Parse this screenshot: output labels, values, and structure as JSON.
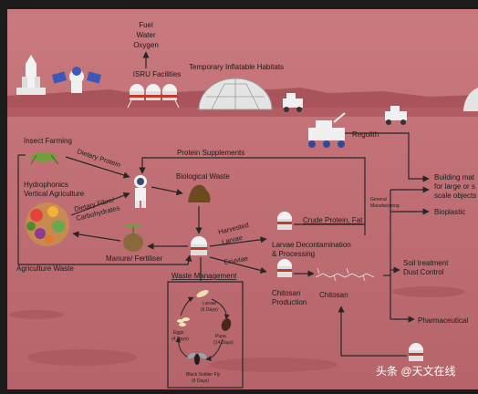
{
  "isru": {
    "outputs": [
      "Fuel",
      "Water",
      "Oxygen"
    ],
    "label": "ISRU Facilities"
  },
  "habitats_label": "Temporary Inflatable Habitats",
  "regolith_label": "Regolith",
  "nodes": {
    "insect_farming": "Insect Farming",
    "hydroponics": [
      "Hydrophonics",
      "Vertical Agriculture"
    ],
    "biological_waste": "Biological Waste",
    "manure": "Manure/ Fertiliser",
    "waste_management": "Waste Management",
    "agriculture_waste": "Agriculture Waste",
    "larvae_decon": [
      "Larvae Decontamination",
      "& Processing"
    ],
    "chitosan_production": [
      "Chitosan",
      "Production"
    ],
    "chitosan": "Chitosan",
    "building": [
      "Building mat",
      "for large or s",
      "scale objects"
    ],
    "bioplastic": "Bioplastic",
    "soil_treatment": [
      "Soil treatment",
      "Dust Control"
    ],
    "pharmaceutical": "Pharmaceutical"
  },
  "edges": {
    "protein_supplements": "Protein Supplements",
    "dietary_protein": "Dietary Protein",
    "dietary_fibre": [
      "Dietary Fibre/",
      "Carbohydrates"
    ],
    "harvested_larvae": [
      "Harvested",
      "Larvae"
    ],
    "crude_protein": "Crude Protein, Fat",
    "exuviae": "Exuviae",
    "general_manufacturing": [
      "General",
      "Manufacturing"
    ]
  },
  "lifecycle": {
    "larvae": [
      "Larvae",
      "(6 Days)"
    ],
    "pupa": [
      "Pupa",
      "(14 Days)"
    ],
    "eggs": [
      "Eggs",
      "(4 Days)"
    ],
    "fly": [
      "Black Soldier Fly",
      "(9 Days)"
    ]
  },
  "watermark": "头条 @天文在线",
  "colors": {
    "background": "#b86268",
    "dark_frame": "#1b1b1b",
    "arrow": "#262626",
    "text": "#1a1a1a"
  }
}
